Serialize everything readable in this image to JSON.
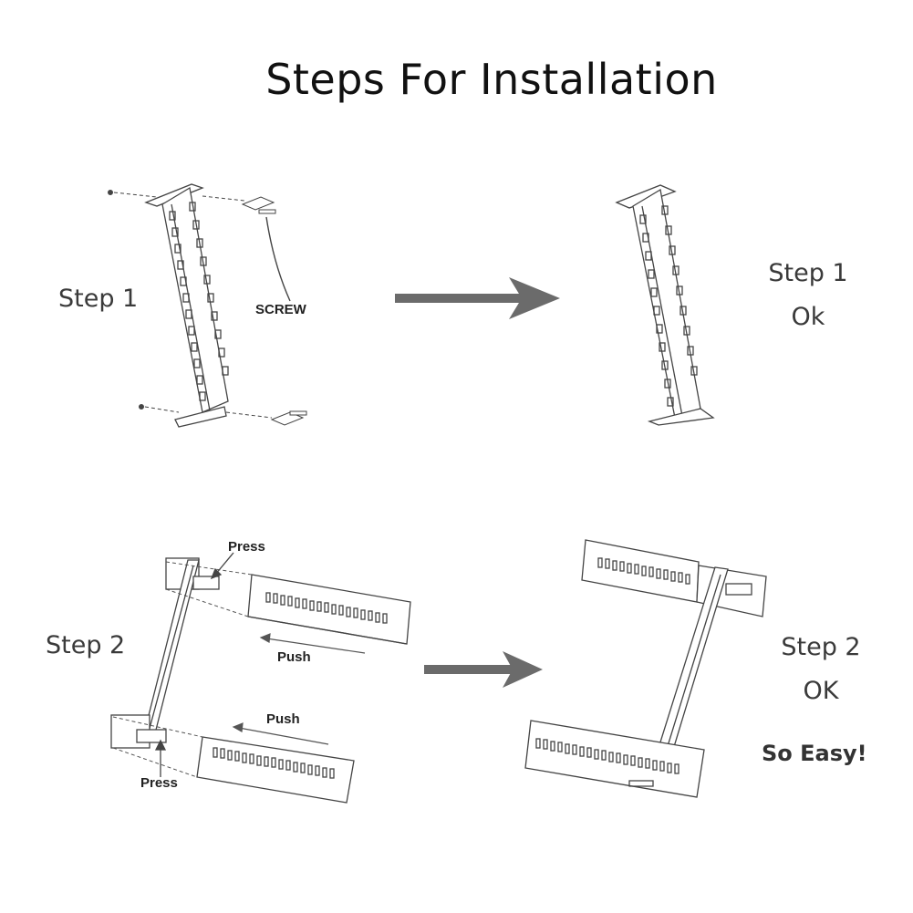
{
  "title": "Steps For Installation",
  "step1": {
    "label": "Step 1",
    "screw_label": "SCREW",
    "result_line1": "Step 1",
    "result_line2": "Ok"
  },
  "step2": {
    "label": "Step 2",
    "press_top": "Press",
    "press_bottom": "Press",
    "push_top": "Push",
    "push_bottom": "Push",
    "result_line1": "Step 2",
    "result_line2": "OK",
    "tagline": "So Easy!"
  },
  "colors": {
    "arrow": "#6b6b6b",
    "line_art": "#444444",
    "background": "#ffffff"
  }
}
